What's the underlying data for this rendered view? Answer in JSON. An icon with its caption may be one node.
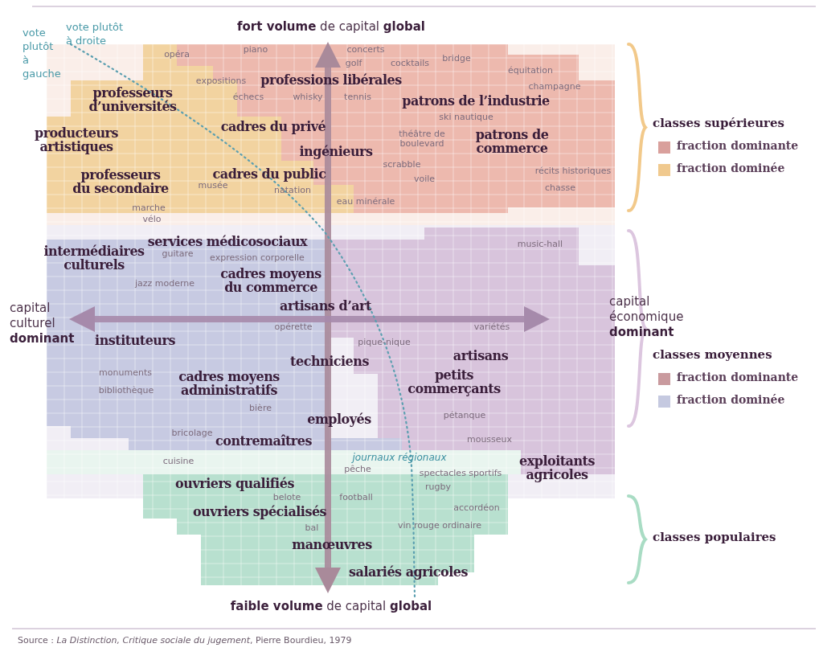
{
  "diagram": {
    "caption": "Source : *La Distinction, Critique sociale du jugement*, Pierre Bourdieu, 1979",
    "labels": [
      "vote plutôt à droite",
      "vote plutôt à gauche",
      "**fort volume** de capital **global**",
      "opéra",
      "piano",
      "concerts",
      "golf",
      "cocktails",
      "bridge",
      "équitation",
      "expositions",
      "professions libérales",
      "professeurs d’universités",
      "champagne",
      "échecs",
      "whisky",
      "tennis",
      "patrons de l’industrie",
      "ski nautique",
      "cadres du privé",
      "producteurs artistiques",
      "théâtre de boulevard",
      "patrons de commerce",
      "ingénieurs",
      "professeurs du secondaire",
      "cadres du public",
      "scrabble",
      "récits historiques",
      "musée",
      "voile",
      "natation",
      "chasse",
      "eau minérale",
      "marche",
      "vélo",
      "services médicosociaux",
      "intermédiaires culturels",
      "music-hall",
      "guitare",
      "expression corporelle",
      "cadres moyens du commerce",
      "jazz moderne",
      "capital culturel **dominant**",
      "artisans d’art",
      "capital économique **dominant**",
      "opérette",
      "variétés",
      "instituteurs",
      "pique-nique",
      "techniciens",
      "artisans",
      "monuments",
      "cadres moyens administratifs",
      "petits commerçants",
      "bibliothèque",
      "bière",
      "employés",
      "pétanque",
      "mousseux",
      "bricolage",
      "contremaîtres",
      "journaux régionaux",
      "exploitants agricoles",
      "cuisine",
      "pêche",
      "spectacles sportifs",
      "rugby",
      "ouvriers qualifiés",
      "belote",
      "football",
      "accordéon",
      "ouvriers spécialisés",
      "bal",
      "vin rouge ordinaire",
      "manœuvres",
      "salariés agricoles",
      "**faible volume** de capital **global**"
    ],
    "legend": [
      {
        "text": "classes supérieures"
      },
      {
        "text": "fraction dominante",
        "color": "#d9a09c"
      },
      {
        "text": "fraction dominée",
        "color": "#f0c98e"
      },
      {
        "text": "classes moyennes"
      },
      {
        "text": "fraction dominante",
        "color": "#c99a9e"
      },
      {
        "text": "fraction dominée",
        "color": "#c5c9e0"
      },
      {
        "text": "classes populaires"
      }
    ]
  }
}
